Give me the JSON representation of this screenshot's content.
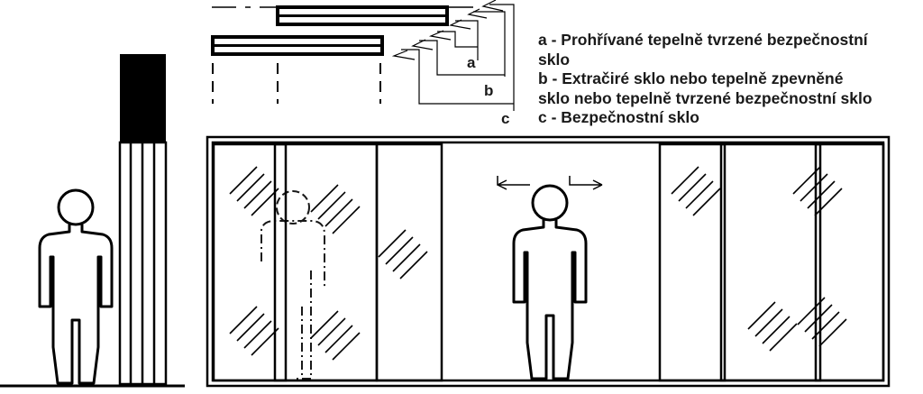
{
  "legend": {
    "a_line1": "a - Prohřívané tepelně tvrzené bezpečnostní",
    "a_line2": "sklo",
    "b_line1": "b - Extračiré sklo nebo tepelně zpevněné",
    "b_line2": "sklo nebo tepelně tvrzené bezpečnostní sklo",
    "c_line1": "c - Bezpečnostní sklo"
  },
  "callouts": {
    "a": "a",
    "b": "b",
    "c": "c"
  }
}
